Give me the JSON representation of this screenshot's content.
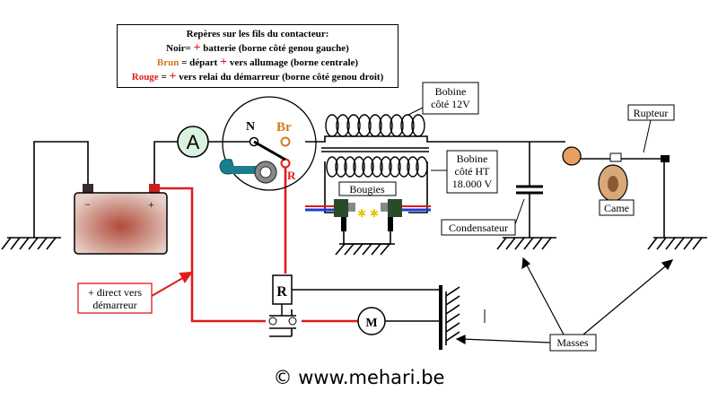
{
  "legend": {
    "title": "Repères sur les fils du contacteur:",
    "line1_prefix": "Noir=",
    "line1_suffix": "batterie (borne côté genou gauche)",
    "line2_prefix": "Brun",
    "line2_suffix": "= départ",
    "line2_rest": "vers allumage (borne centrale)",
    "line3_prefix": "Rouge",
    "line3_mid": "=",
    "line3_suffix": "vers relai du démarreur (borne côté genou droit)",
    "plus": "+"
  },
  "labels": {
    "ammeter": "A",
    "terminal_n": "N",
    "terminal_br": "Br",
    "terminal_r": "R",
    "bobine_12v_l1": "Bobine",
    "bobine_12v_l2": "côté 12V",
    "bobine_ht_l1": "Bobine",
    "bobine_ht_l2": "côté HT",
    "bobine_ht_l3": "18.000 V",
    "bougies": "Bougies",
    "condensateur": "Condensateur",
    "rupteur": "Rupteur",
    "came": "Came",
    "relay": "R",
    "motor": "M",
    "masses": "Masses",
    "direct_l1": "+ direct vers",
    "direct_l2": "démarreur",
    "battery_minus": "−",
    "battery_plus": "+"
  },
  "colors": {
    "red_wire": "#e01b1b",
    "brown": "#d27a1e",
    "ammeter_fill": "#d9f2e0",
    "key": "#1a7f8c",
    "battery": "#b06a55"
  },
  "footer": "©  www.mehari.be"
}
